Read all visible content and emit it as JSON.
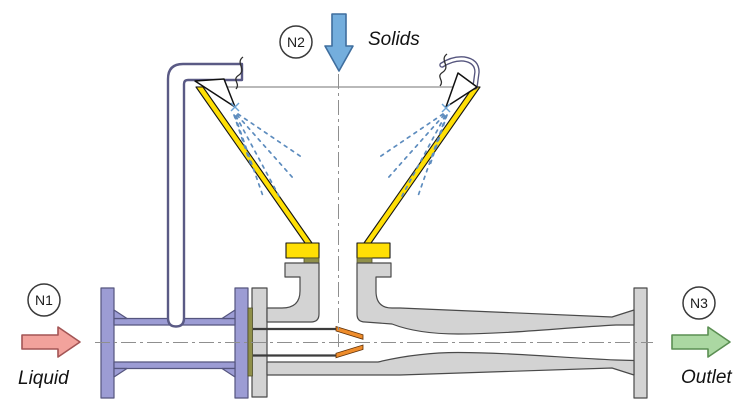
{
  "connections": {
    "n1": {
      "tag": "N1",
      "caption": "Liquid",
      "arrow_icon": "arrow-right-icon",
      "arrow_fill": "#f2a29c",
      "arrow_stroke": "#a35555"
    },
    "n2": {
      "tag": "N2",
      "caption": "Solids",
      "arrow_icon": "arrow-down-icon",
      "arrow_fill": "#74aedd",
      "arrow_stroke": "#3f6e9e"
    },
    "n3": {
      "tag": "N3",
      "caption": "Outlet",
      "arrow_icon": "arrow-right-icon",
      "arrow_fill": "#abd8a2",
      "arrow_stroke": "#5b8f53"
    }
  },
  "palette": {
    "pipe_body_gray": "#d3d3d3",
    "spool_purple": "#9c9cd4",
    "hopper_yellow": "#ffdf05",
    "gasket_olive": "#90904a",
    "nozzle_orange": "#ee8c2b",
    "spray_blue": "#5d8cbe",
    "centerline_gray": "#8f8f8f"
  }
}
